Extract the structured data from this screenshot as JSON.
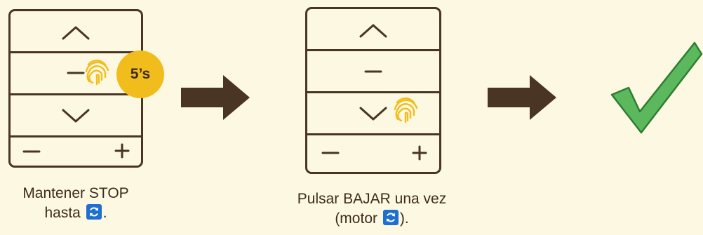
{
  "colors": {
    "background": "#fdf8e1",
    "outline": "#4a3424",
    "finger": "#f1bd1d",
    "badge": "#f1bd1d",
    "sync_icon": "#1f6fd1",
    "check_fill": "#5cb85c",
    "check_stroke": "#2e7d32"
  },
  "step1": {
    "hold_time": "5’s",
    "caption_line1": "Mantener STOP",
    "caption_line2_pre": "hasta",
    "caption_line2_post": "."
  },
  "step2": {
    "caption_line1": "Pulsar BAJAR una vez",
    "caption_line2_pre": "(motor",
    "caption_line2_post": ")."
  },
  "icons": {
    "remote_buttons": [
      "up-chevron-icon",
      "stop-minus-icon",
      "down-chevron-icon",
      "minus-icon",
      "plus-icon"
    ],
    "touch": "fingerprint-icon",
    "sync": "sync-icon",
    "arrow": "right-arrow-icon",
    "done": "checkmark-icon"
  }
}
